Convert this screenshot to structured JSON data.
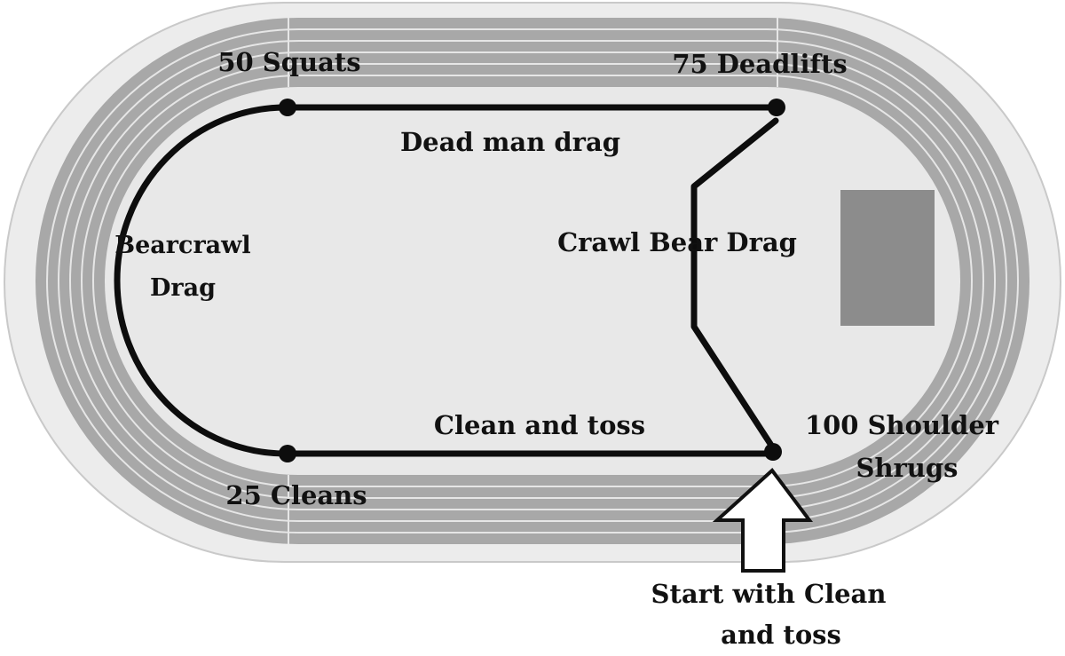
{
  "stations": {
    "top_left": "50 Squats",
    "top_right": "75 Deadlifts",
    "bottom_left": "25 Cleans",
    "bottom_right_line1": "100 Shoulder",
    "bottom_right_line2": "Shrugs"
  },
  "legs": {
    "top": "Dead man drag",
    "left_line1": "Bearcrawl",
    "left_line2": "Drag",
    "right": "Crawl Bear Drag",
    "bottom": "Clean and toss"
  },
  "start": {
    "line1": "Start with Clean",
    "line2": "and toss"
  },
  "colors": {
    "track_outer": "#ececec",
    "track_lanes": "#a8a8a8",
    "lane_lines": "#e6e6e6",
    "infield": "#e8e8e8",
    "route": "#0d0d0d",
    "pit": "#8c8c8c"
  }
}
